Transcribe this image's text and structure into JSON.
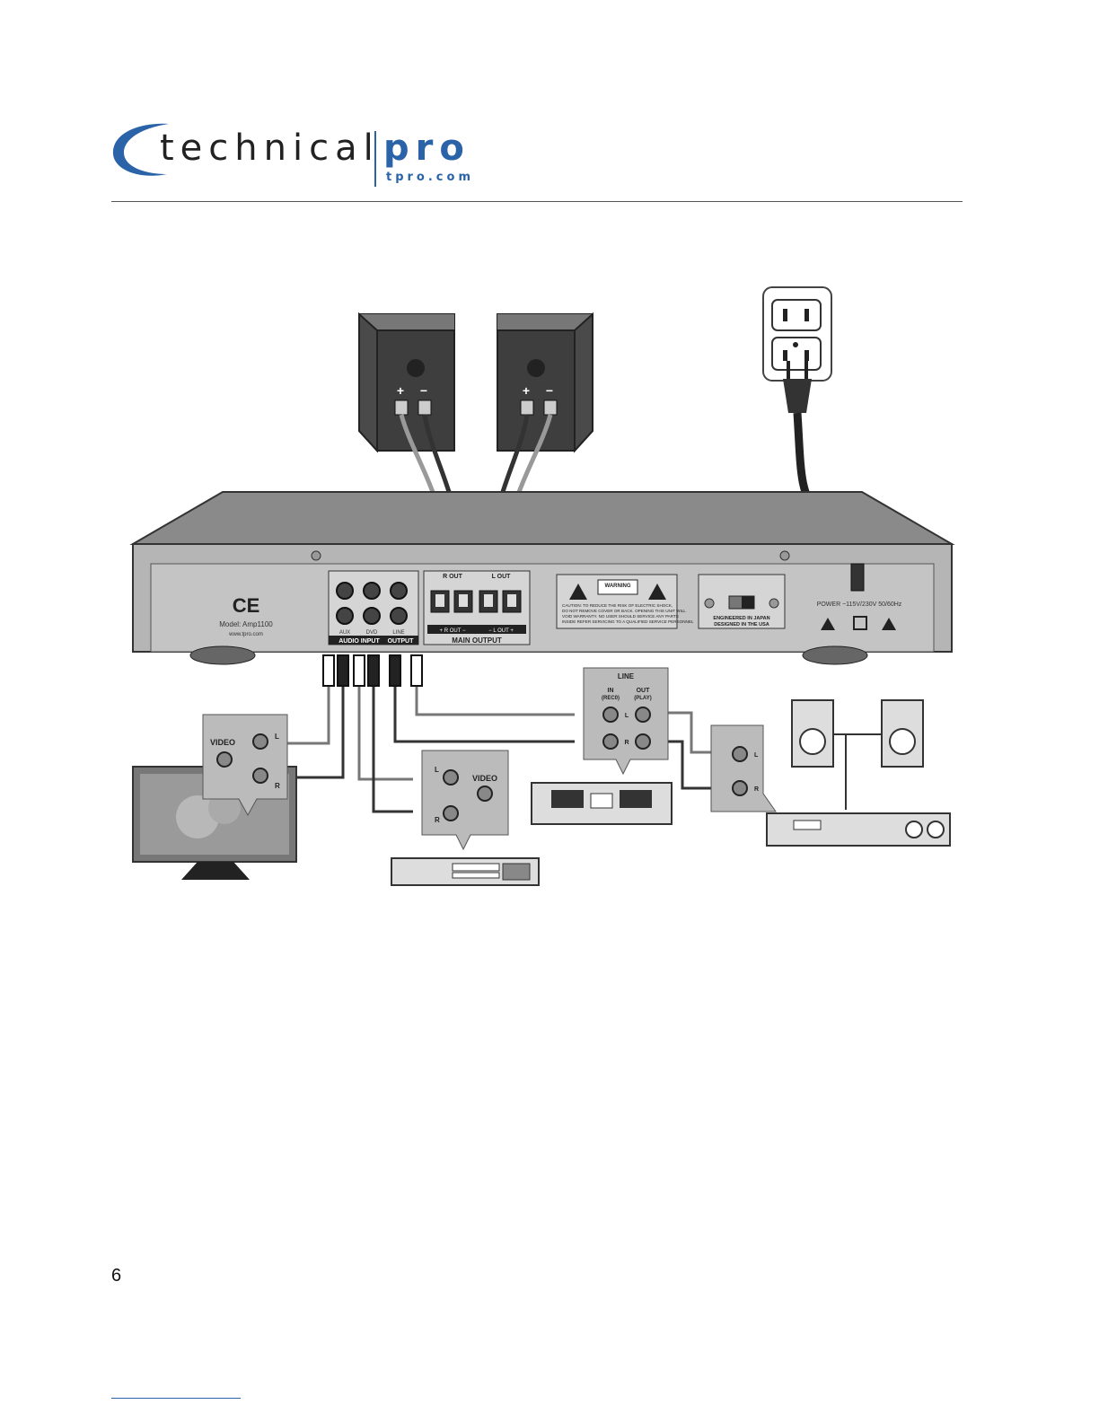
{
  "header": {
    "logo_word": "technical",
    "logo_brand": "pro",
    "logo_url": "tpro.com"
  },
  "amplifier": {
    "model": "Model: Amp1100",
    "website": "www.tpro.com",
    "ce_mark": "CE",
    "input_labels": [
      "AUX",
      "DVD",
      "LINE"
    ],
    "audio_input_label": "AUDIO INPUT",
    "output_label": "OUTPUT",
    "r_out_label": "R OUT",
    "l_out_label": "L OUT",
    "r_out_polarity": "+ R OUT −",
    "l_out_polarity": "− L OUT +",
    "main_output_label": "MAIN OUTPUT",
    "warning_title": "WARNING",
    "caution_text": [
      "CAUTION: TO REDUCE THE RISK OF ELECTRIC SHOCK,",
      "DO NOT REMOVE COVER OR BACK. OPENING THIS UNIT WILL",
      "VOID WARRANTY. NO USER SHOULD SERVICE ANY PARTS",
      "INSIDE REFER SERVICING TO A QUALIFIED SERVICE PERSONNEL"
    ],
    "engineered": "ENGINEERED IN JAPAN",
    "designed": "DESIGNED IN THE USA",
    "power_label": "POWER ~115V/230V 50/60Hz"
  },
  "speaker": {
    "plus": "+",
    "minus": "−"
  },
  "callouts": {
    "video": "VIDEO",
    "left": "L",
    "right": "R",
    "line": "LINE",
    "in_label": "IN",
    "in_sub": "(REC0)",
    "out_label": "OUT",
    "out_sub": "(PLAY)"
  },
  "page": {
    "number": "6"
  }
}
